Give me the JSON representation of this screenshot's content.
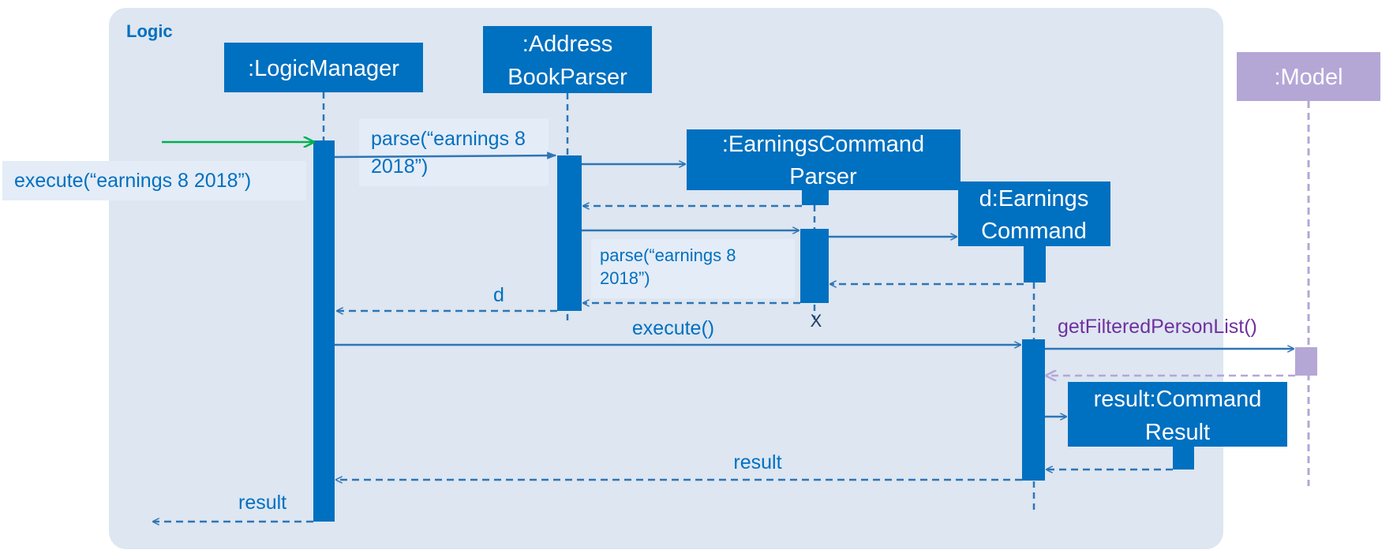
{
  "frame": {
    "label": "Logic"
  },
  "participants": {
    "logic_manager": {
      "label": ":LogicManager"
    },
    "address_book_parser": {
      "line1": ":Address",
      "line2": "BookParser"
    },
    "earnings_command_parser": {
      "line1": ":EarningsCommand",
      "line2": "Parser"
    },
    "earnings_command": {
      "line1": "d:Earnings",
      "line2": "Command"
    },
    "command_result": {
      "line1": "result:Command",
      "line2": "Result"
    },
    "model": {
      "label": ":Model"
    }
  },
  "messages": {
    "execute_input": "execute(“earnings 8 2018”)",
    "parse_outer": {
      "line1": "parse(“earnings 8",
      "line2": "2018”)"
    },
    "parse_inner": {
      "line1": "parse(“earnings 8",
      "line2": "2018”)"
    },
    "return_d": "d",
    "execute_call": "execute()",
    "get_filtered": "getFilteredPersonList()",
    "return_result_inner": "result",
    "return_result_outer": "result",
    "destroy_mark": "X"
  },
  "colors": {
    "frame_bg": "#dde6f1",
    "blue": "#0070c0",
    "blue_arrow": "#2e75b6",
    "model_purple": "#b4a7d6",
    "model_text": "#7030a0",
    "green": "#00b050",
    "label_bg": "#e4ecf7"
  }
}
